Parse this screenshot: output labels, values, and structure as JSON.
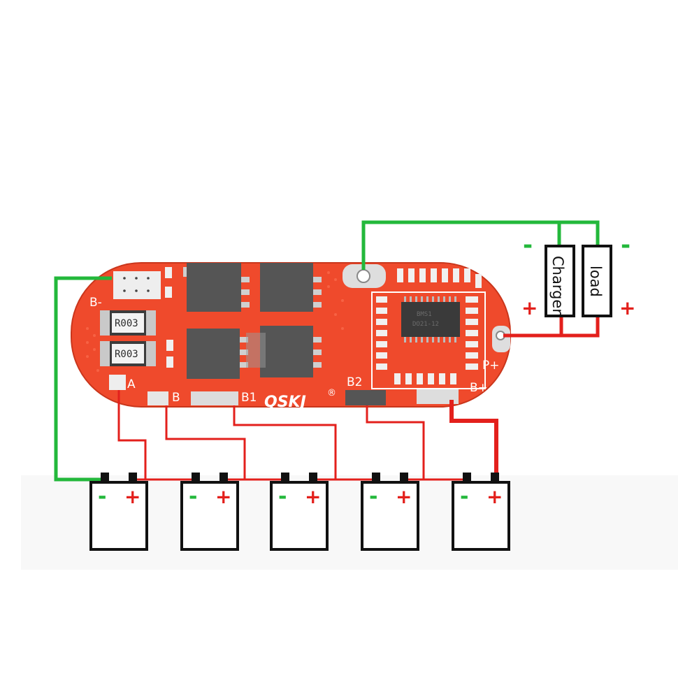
{
  "board": {
    "logo": "QSKJ",
    "logo_reg": "®",
    "pad_bminus": "B-",
    "pad_a": "A",
    "pad_b": "B",
    "pad_b1": "B1",
    "pad_b2": "B2",
    "pad_bplus": "B+",
    "pad_pplus": "P+",
    "resistor_marking": "R003",
    "chip_line1": "BMS1",
    "chip_line2": "DO21-12"
  },
  "boxes": {
    "charger": "Charger",
    "load": "load"
  },
  "signs": {
    "minus": "-",
    "plus": "+"
  },
  "cells": [
    {
      "minus": "-",
      "plus": "+"
    },
    {
      "minus": "-",
      "plus": "+"
    },
    {
      "minus": "-",
      "plus": "+"
    },
    {
      "minus": "-",
      "plus": "+"
    },
    {
      "minus": "-",
      "plus": "+"
    }
  ],
  "colors": {
    "pcb": "#ef4a2c",
    "pcb_dark": "#d63a20",
    "wire_red": "#e3201c",
    "wire_green": "#23b83b",
    "mosfet": "#555555",
    "chip": "#3a3a3a",
    "outline": "#111111"
  }
}
